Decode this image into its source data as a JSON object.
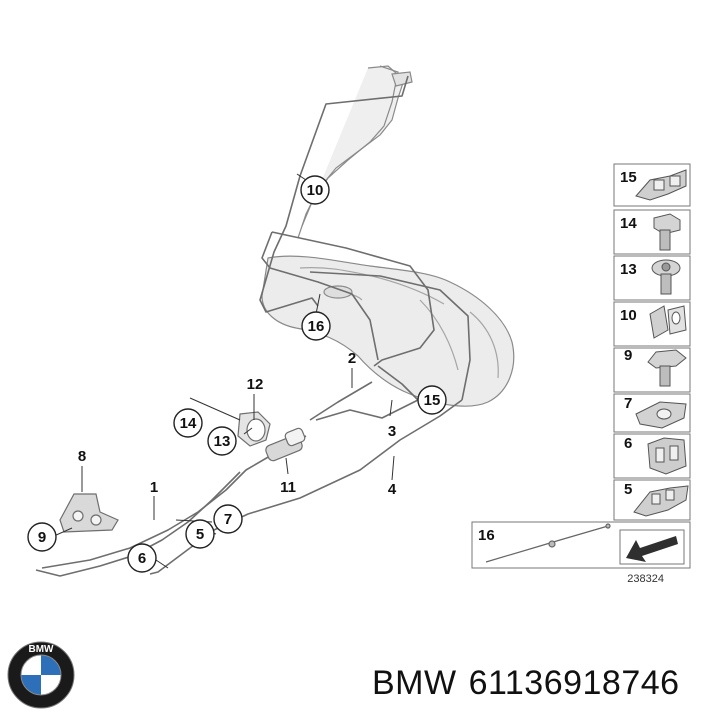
{
  "callouts": [
    {
      "id": "c10",
      "label": "10",
      "circled": true
    },
    {
      "id": "c16",
      "label": "16",
      "circled": true
    },
    {
      "id": "c2",
      "label": "2",
      "circled": false
    },
    {
      "id": "c12",
      "label": "12",
      "circled": false
    },
    {
      "id": "c14",
      "label": "14",
      "circled": true
    },
    {
      "id": "c13",
      "label": "13",
      "circled": true
    },
    {
      "id": "c15",
      "label": "15",
      "circled": true
    },
    {
      "id": "c3",
      "label": "3",
      "circled": false
    },
    {
      "id": "c11",
      "label": "11",
      "circled": false
    },
    {
      "id": "c4",
      "label": "4",
      "circled": false
    },
    {
      "id": "c8",
      "label": "8",
      "circled": false
    },
    {
      "id": "c1",
      "label": "1",
      "circled": false
    },
    {
      "id": "c9",
      "label": "9",
      "circled": true
    },
    {
      "id": "c7",
      "label": "7",
      "circled": true
    },
    {
      "id": "c5",
      "label": "5",
      "circled": true
    },
    {
      "id": "c6",
      "label": "6",
      "circled": true
    }
  ],
  "legend": {
    "items": [
      {
        "label": "15",
        "icon": "double-clip-icon"
      },
      {
        "label": "14",
        "icon": "hex-bolt-icon"
      },
      {
        "label": "13",
        "icon": "torx-screw-icon"
      },
      {
        "label": "10",
        "icon": "pipe-clip-icon"
      },
      {
        "label": "9",
        "icon": "collar-screw-icon"
      },
      {
        "label": "7",
        "icon": "holder-clip-icon"
      },
      {
        "label": "6",
        "icon": "pipe-bracket-icon"
      },
      {
        "label": "5",
        "icon": "triple-clip-icon"
      }
    ],
    "bottom_box_label": "16",
    "bottom_box_icon": "vent-line-icon",
    "arrow_icon": "arrow-plate-icon"
  },
  "reference_number": "238324",
  "caption": {
    "brand": "BMW",
    "part_number": "61136918746"
  },
  "logo": {
    "letters": "BMW",
    "colors": {
      "ring": "#1a1a1a",
      "blue": "#2d6fb8",
      "white": "#ffffff"
    }
  }
}
